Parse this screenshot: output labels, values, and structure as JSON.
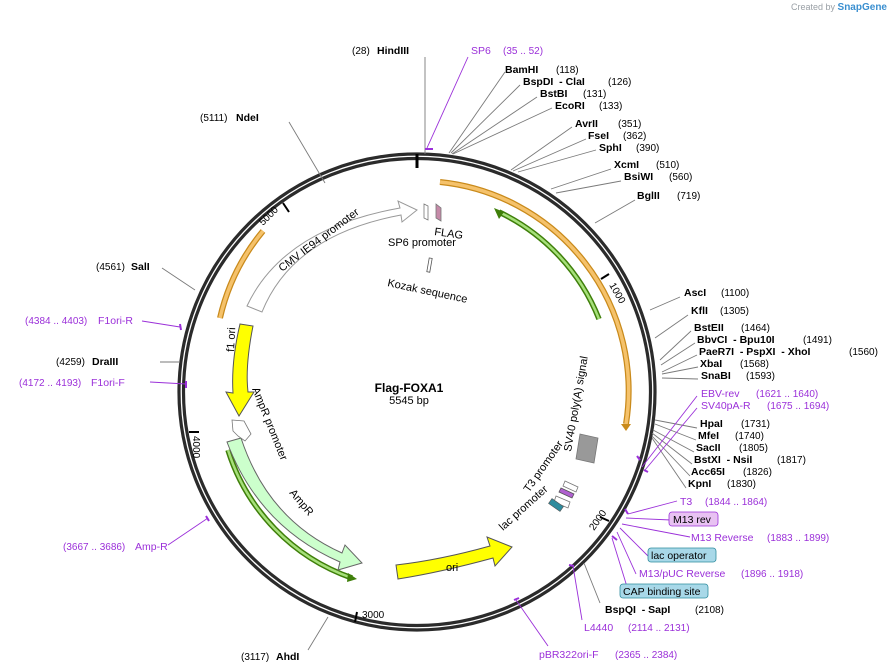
{
  "credit": {
    "prefix": "Created by",
    "brand": "SnapGene"
  },
  "plasmid": {
    "name": "Flag-FOXA1",
    "size_label": "5545 bp",
    "length": 5545
  },
  "ticks": [
    {
      "label": "1000",
      "pos": 1000
    },
    {
      "label": "2000",
      "pos": 2000
    },
    {
      "label": "3000",
      "pos": 3000
    },
    {
      "label": "4000",
      "pos": 4000
    },
    {
      "label": "5000",
      "pos": 5000
    }
  ],
  "sites": [
    {
      "name": "HindIII",
      "pos": "(28)",
      "side": "left"
    },
    {
      "name": "BamHI",
      "pos": "(118)",
      "side": "right"
    },
    {
      "name": "BspDI  - ClaI",
      "pos": "(126)",
      "side": "right"
    },
    {
      "name": "BstBI",
      "pos": "(131)",
      "side": "right"
    },
    {
      "name": "EcoRI",
      "pos": "(133)",
      "side": "right"
    },
    {
      "name": "AvrII",
      "pos": "(351)",
      "side": "right"
    },
    {
      "name": "FseI",
      "pos": "(362)",
      "side": "right"
    },
    {
      "name": "SphI",
      "pos": "(390)",
      "side": "right"
    },
    {
      "name": "XcmI",
      "pos": "(510)",
      "side": "right"
    },
    {
      "name": "BsiWI",
      "pos": "(560)",
      "side": "right"
    },
    {
      "name": "BglII",
      "pos": "(719)",
      "side": "right"
    },
    {
      "name": "AscI",
      "pos": "(1100)",
      "side": "right"
    },
    {
      "name": "KflI",
      "pos": "(1305)",
      "side": "right"
    },
    {
      "name": "BstEII",
      "pos": "(1464)",
      "side": "right"
    },
    {
      "name": "BbvCI  - Bpu10I",
      "pos": "(1491)",
      "side": "right"
    },
    {
      "name": "PaeR7I  - PspXI  - XhoI",
      "pos": "(1560)",
      "side": "right"
    },
    {
      "name": "XbaI",
      "pos": "(1568)",
      "side": "right"
    },
    {
      "name": "SnaBI",
      "pos": "(1593)",
      "side": "right"
    },
    {
      "name": "HpaI",
      "pos": "(1731)",
      "side": "right"
    },
    {
      "name": "MfeI",
      "pos": "(1740)",
      "side": "right"
    },
    {
      "name": "SacII",
      "pos": "(1805)",
      "side": "right"
    },
    {
      "name": "BstXI  - NsiI",
      "pos": "(1817)",
      "side": "right"
    },
    {
      "name": "Acc65I",
      "pos": "(1826)",
      "side": "right"
    },
    {
      "name": "KpnI",
      "pos": "(1830)",
      "side": "right"
    },
    {
      "name": "BspQI  - SapI",
      "pos": "(2108)",
      "side": "right"
    },
    {
      "name": "AhdI",
      "pos": "(3117)",
      "side": "left"
    },
    {
      "name": "DraIII",
      "pos": "(4259)",
      "side": "left"
    },
    {
      "name": "SalI",
      "pos": "(4561)",
      "side": "left"
    },
    {
      "name": "NdeI",
      "pos": "(5111)",
      "side": "left"
    }
  ],
  "primers": [
    {
      "name": "SP6",
      "range": "(35 .. 52)"
    },
    {
      "name": "EBV-rev",
      "range": "(1621 .. 1640)"
    },
    {
      "name": "SV40pA-R",
      "range": "(1675 .. 1694)"
    },
    {
      "name": "T3",
      "range": "(1844 .. 1864)"
    },
    {
      "name": "M13 rev",
      "range": ""
    },
    {
      "name": "M13 Reverse",
      "range": "(1883 .. 1899)"
    },
    {
      "name": "lac operator",
      "range": ""
    },
    {
      "name": "M13/pUC Reverse",
      "range": "(1896 .. 1918)"
    },
    {
      "name": "CAP binding site",
      "range": ""
    },
    {
      "name": "L4440",
      "range": "(2114 .. 2131)"
    },
    {
      "name": "pBR322ori-F",
      "range": "(2365 .. 2384)"
    },
    {
      "name": "Amp-R",
      "range": "(3667 .. 3686)"
    },
    {
      "name": "F1ori-F",
      "range": "(4172 .. 4193)"
    },
    {
      "name": "F1ori-R",
      "range": "(4384 .. 4403)"
    }
  ],
  "features": [
    {
      "name": "CMV IE94 promoter"
    },
    {
      "name": "FLAG"
    },
    {
      "name": "SP6 promoter"
    },
    {
      "name": "Kozak sequence"
    },
    {
      "name": "SV40 poly(A) signal"
    },
    {
      "name": "T3 promoter"
    },
    {
      "name": "lac promoter"
    },
    {
      "name": "ori"
    },
    {
      "name": "AmpR"
    },
    {
      "name": "AmpR promoter"
    },
    {
      "name": "f1 ori"
    }
  ],
  "colors": {
    "backbone": "#2b2b2b",
    "enzyme_text": "#000000",
    "primer_text": "#9b30d9",
    "orange": "#f5a623",
    "green": "#4e9a06",
    "yellow": "#ffff00",
    "ampr_fill": "#ccffcc",
    "lac_box": "#a8d8e8",
    "m13_box": "#e8c2f2"
  }
}
